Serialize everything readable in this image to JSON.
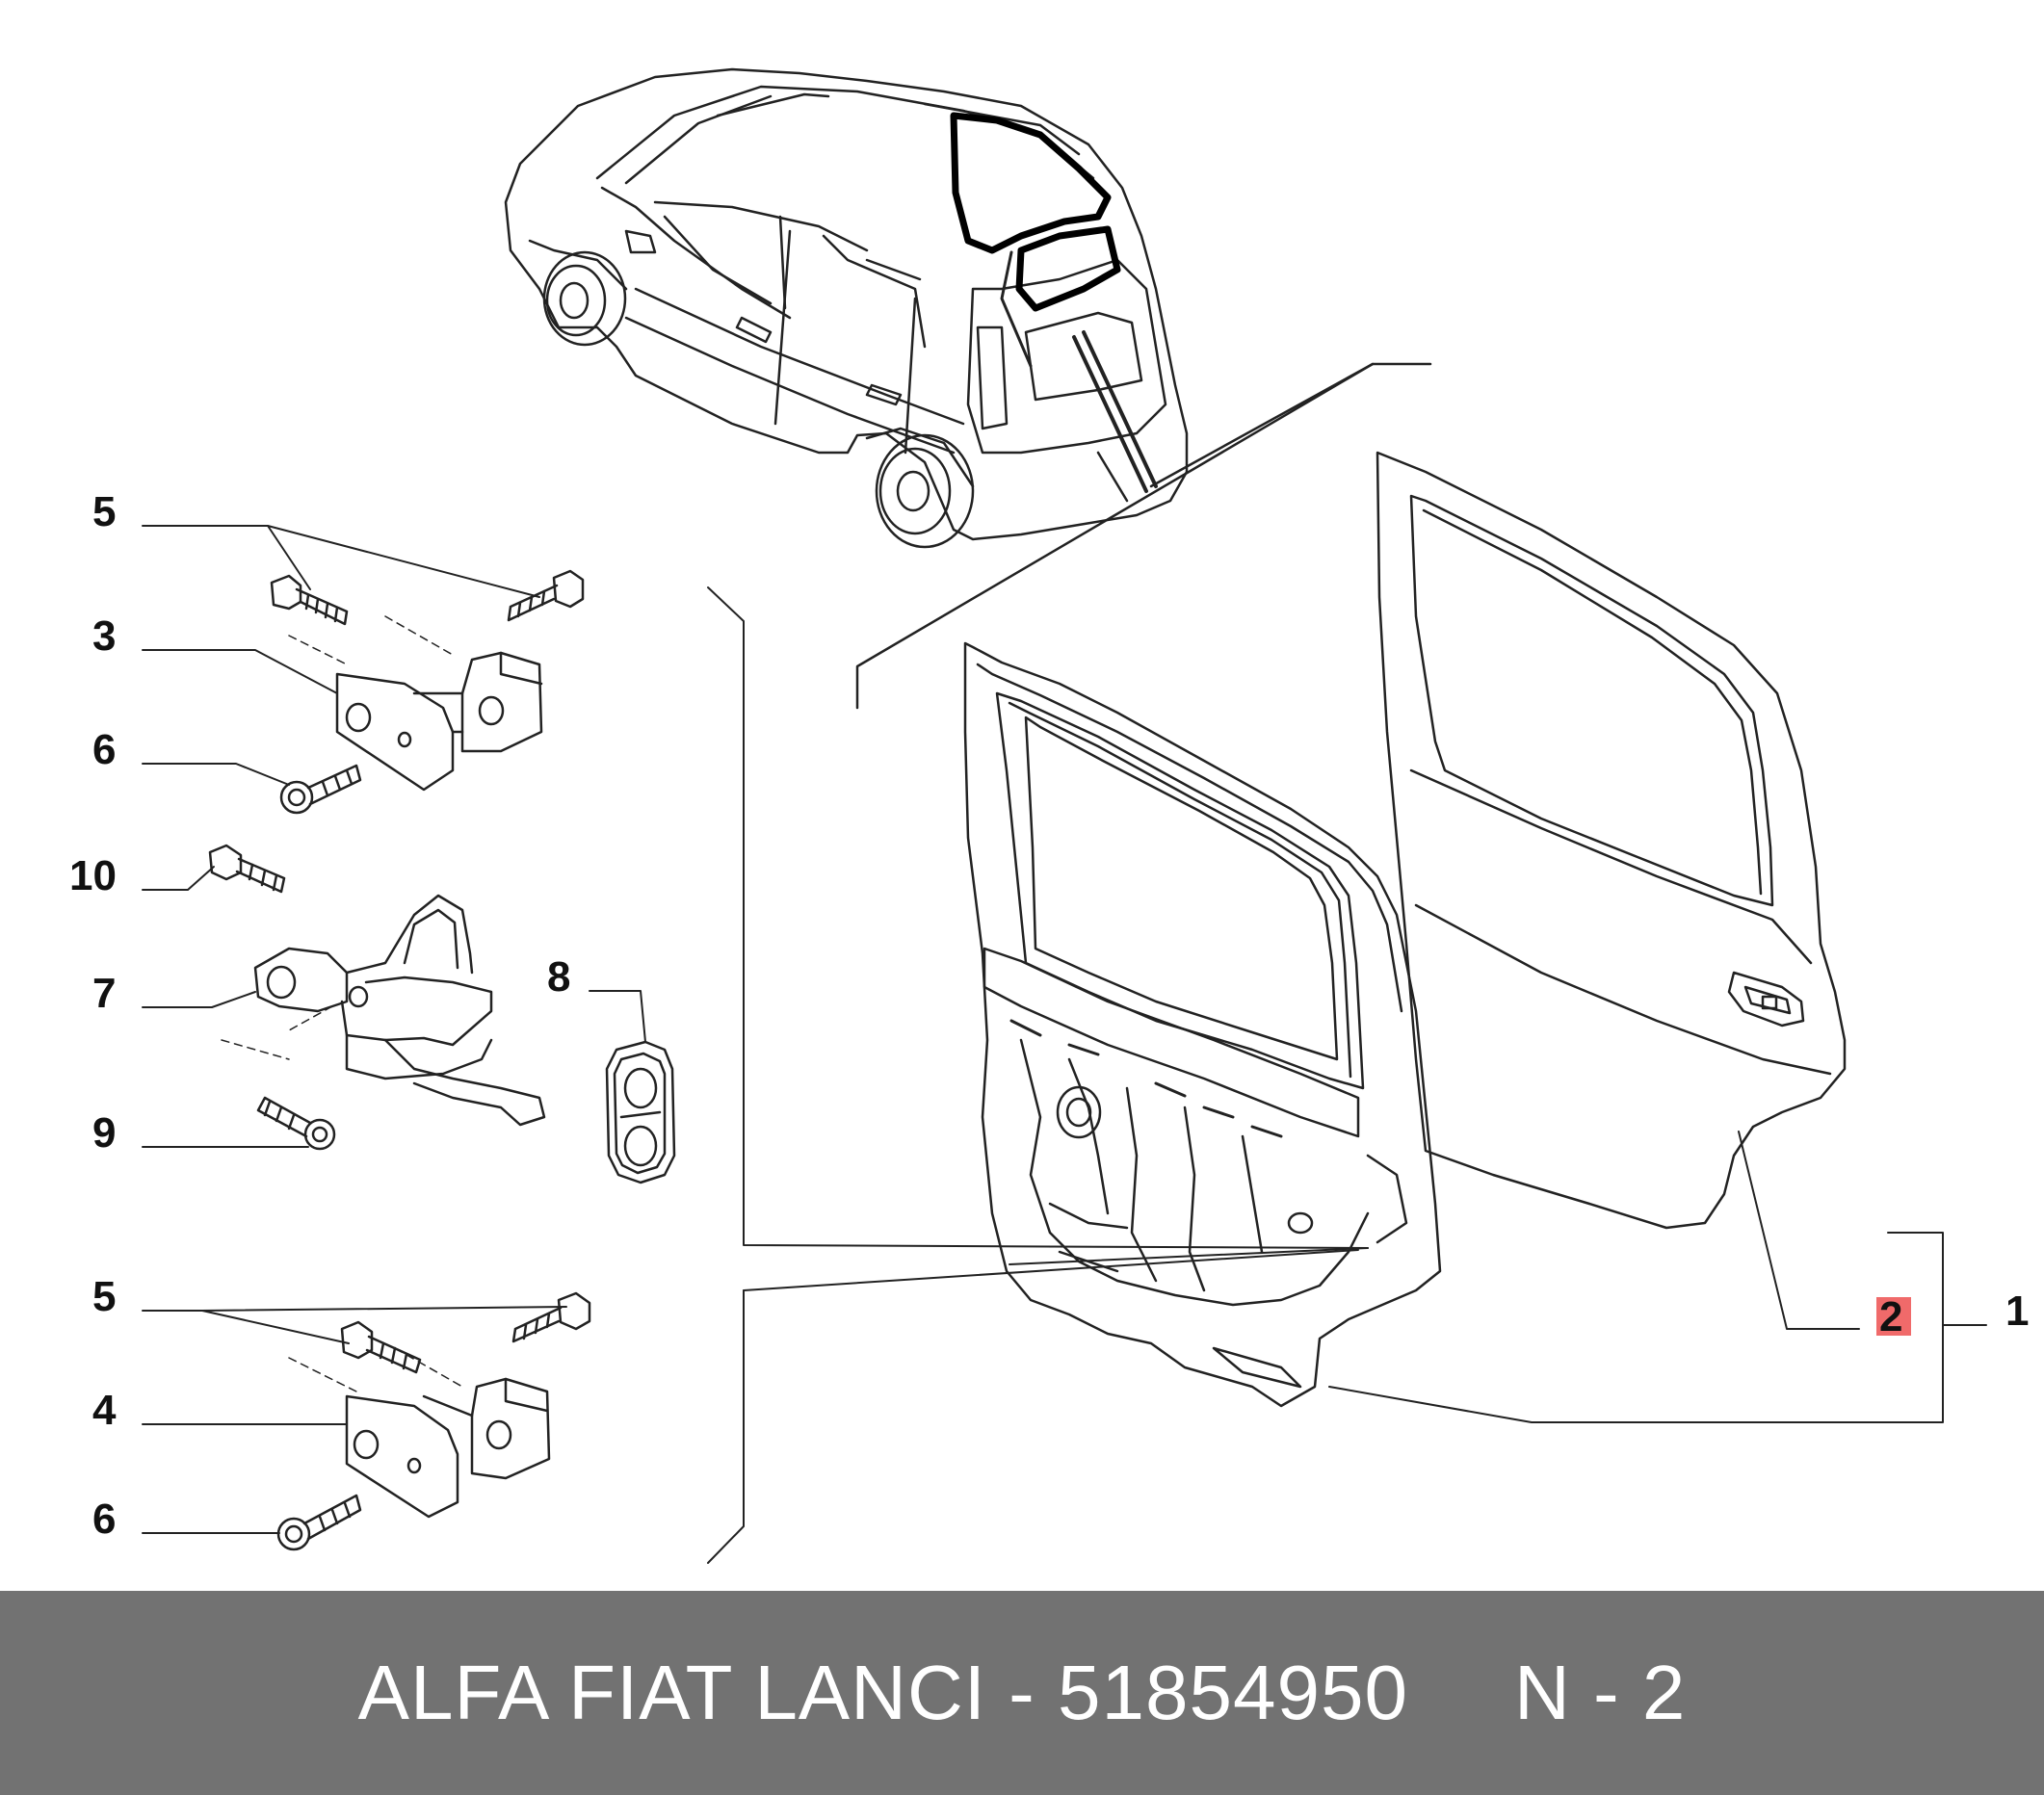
{
  "diagram": {
    "callouts": [
      {
        "id": "c5a",
        "label": "5"
      },
      {
        "id": "c3",
        "label": "3"
      },
      {
        "id": "c6a",
        "label": "6"
      },
      {
        "id": "c10",
        "label": "10"
      },
      {
        "id": "c7",
        "label": "7"
      },
      {
        "id": "c8",
        "label": "8"
      },
      {
        "id": "c9",
        "label": "9"
      },
      {
        "id": "c5b",
        "label": "5"
      },
      {
        "id": "c4",
        "label": "4"
      },
      {
        "id": "c6b",
        "label": "6"
      },
      {
        "id": "c2",
        "label": "2",
        "highlighted": true
      },
      {
        "id": "c1",
        "label": "1"
      }
    ],
    "highlight_color": "#f06a6a"
  },
  "footer": {
    "brand": "ALFA FIAT LANCI - 51854950",
    "ref": "N - 2"
  }
}
